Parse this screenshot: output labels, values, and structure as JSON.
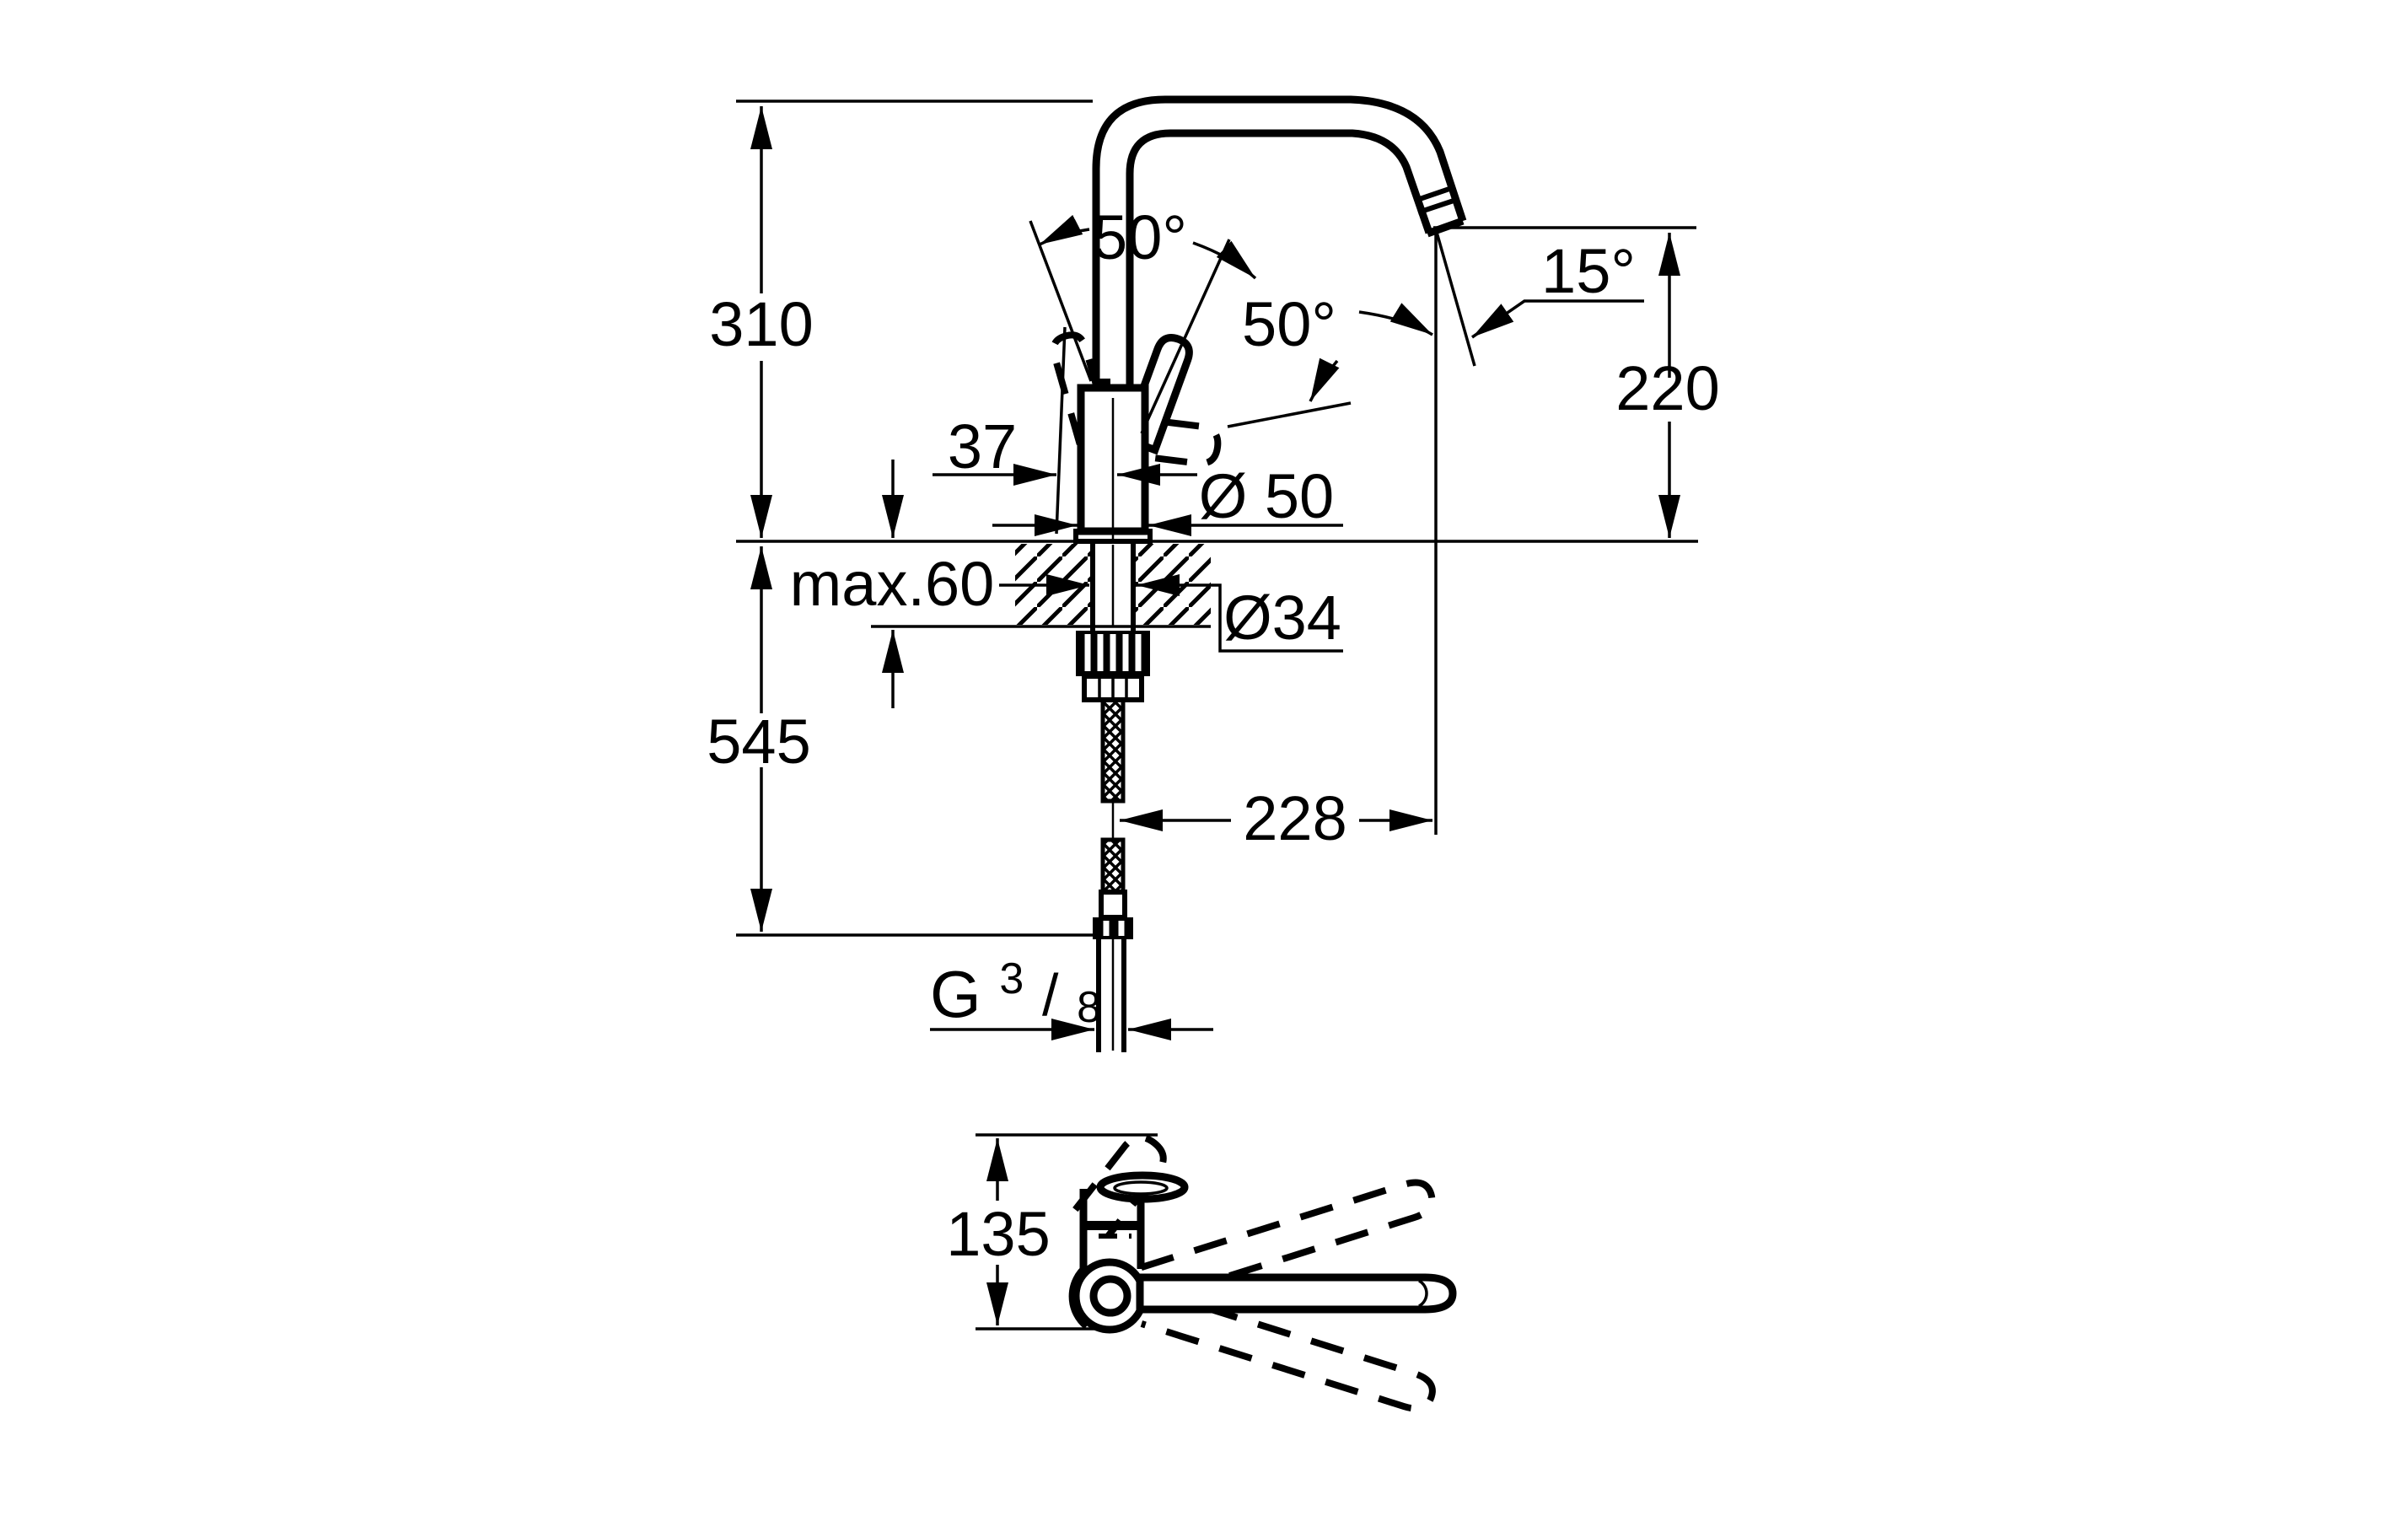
{
  "drawing": {
    "type": "faucet-installation-dimension-diagram",
    "colors": {
      "line": "#000000",
      "background": "#ffffff"
    },
    "labels": {
      "height_above_deck": "310",
      "height_below_deck": "545",
      "deck_thickness": "max.60",
      "handle_offset": "37",
      "body_diameter": "Ø 50",
      "hole_diameter": "Ø34",
      "spout_reach": "228",
      "outlet_height": "220",
      "handle_swing_left": "50°",
      "handle_swing_right": "50°",
      "spout_outlet_angle": "15°",
      "side_view_handle_height": "135",
      "thread": {
        "prefix": "G",
        "numerator": "3",
        "slash": "/",
        "denominator": "8"
      }
    }
  }
}
